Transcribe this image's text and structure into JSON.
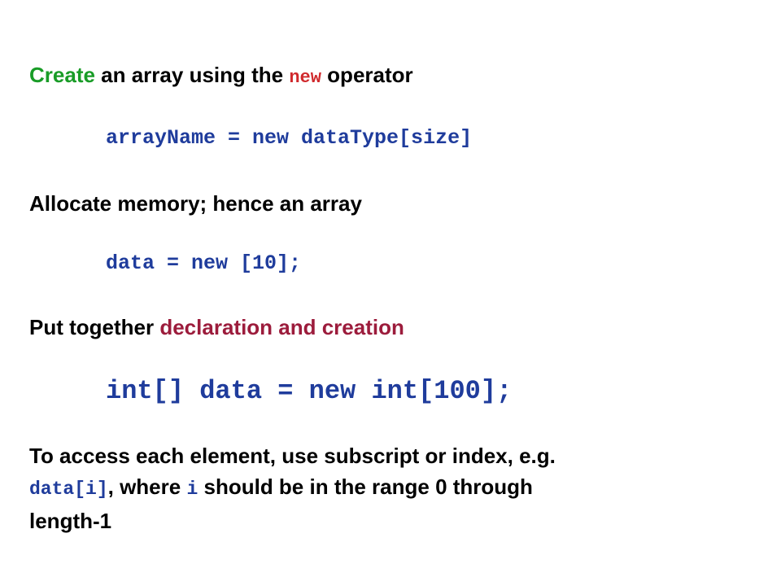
{
  "colors": {
    "green": "#199c27",
    "red": "#d0292c",
    "blue": "#1f3c9c",
    "crimson": "#9c1c3c",
    "text": "#000000"
  },
  "line1": {
    "word_create": "Create",
    "text_a": " an array using the ",
    "code_new": "new",
    "text_b": " operator"
  },
  "code1": "arrayName = new dataType[size]",
  "line2": "Allocate memory; hence an array",
  "code2": "data = new [10];",
  "line3": {
    "text_a": "Put together ",
    "highlight": "declaration and creation"
  },
  "code3": "int[] data = new int[100];",
  "line4": {
    "text_a": "To access each element, use subscript or index, e.g.",
    "code_a": "data[i]",
    "text_b": ", where ",
    "code_b": "i",
    "text_c": " should be in the range 0 through",
    "text_d": "length-1"
  }
}
